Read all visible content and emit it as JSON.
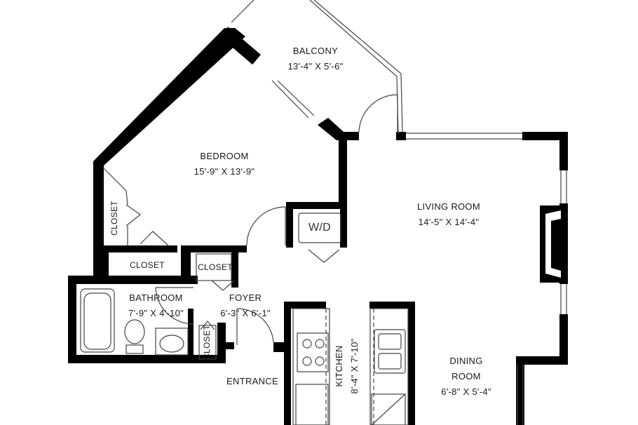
{
  "rooms": {
    "balcony": {
      "name": "BALCONY",
      "dims": "13'-4\" X 5'-6\""
    },
    "bedroom": {
      "name": "BEDROOM",
      "dims": "15'-9\" X 13'-9\""
    },
    "living_room": {
      "name": "LIVING ROOM",
      "dims": "14'-5\" X 14'-4\""
    },
    "bathroom": {
      "name": "BATHROOM",
      "dims": "7'-9\" X 4'-10\""
    },
    "foyer": {
      "name": "FOYER",
      "dims": "6'-3\" X 6'-1\""
    },
    "kitchen": {
      "name": "KITCHEN",
      "dims": "8'-4\" X 7'-10\""
    },
    "dining_room": {
      "name_line1": "DINING",
      "name_line2": "ROOM",
      "dims": "6'-8\" X 5'-4\""
    }
  },
  "closets": {
    "bedroom_left": "CLOSET",
    "bedroom_bottom": "CLOSET",
    "foyer_top": "CLOSET",
    "foyer_side": "CLOSET"
  },
  "appliances": {
    "washer_dryer": "W/D"
  },
  "entrance": "ENTRANCE"
}
